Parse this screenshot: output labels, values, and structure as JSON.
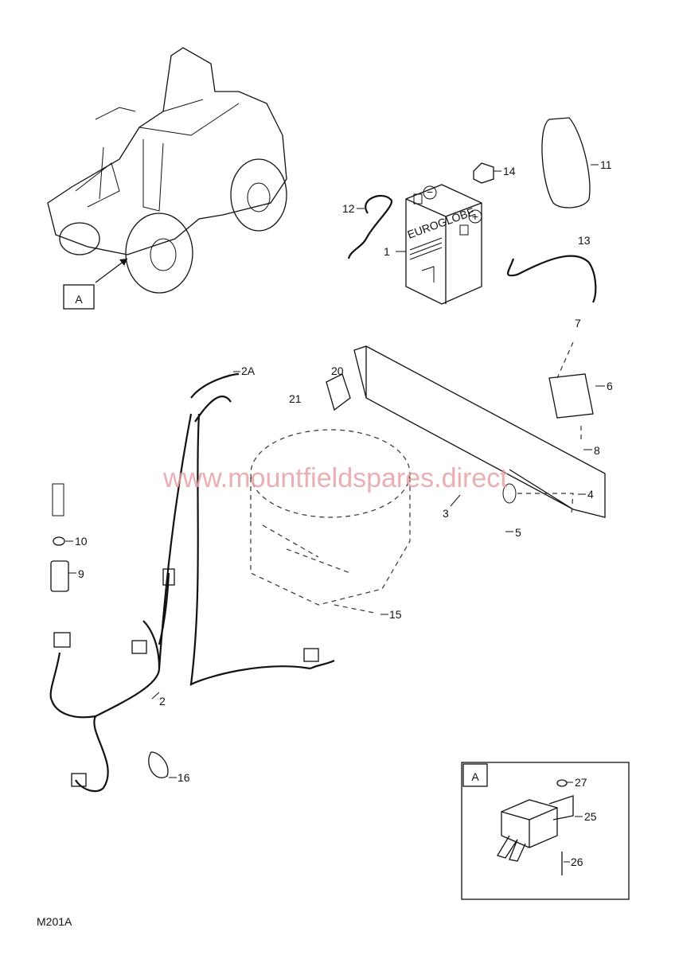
{
  "diagram": {
    "code": "M201A",
    "watermark": "www.mountfieldspares.direct",
    "battery_brand": "EUROGLOBE",
    "view_ref": "A",
    "inset_ref": "A",
    "callouts": {
      "p1": "1",
      "p2": "2",
      "p2A": "2A",
      "p3": "3",
      "p4": "4",
      "p5": "5",
      "p6": "6",
      "p7": "7",
      "p8": "8",
      "p9": "9",
      "p10": "10",
      "p11": "11",
      "p12": "12",
      "p13": "13",
      "p14": "14",
      "p15": "15",
      "p16": "16",
      "p20": "20",
      "p21": "21",
      "p25": "25",
      "p26": "26",
      "p27": "27"
    },
    "battery_terminals": {
      "neg": "−",
      "pos": "+"
    }
  }
}
